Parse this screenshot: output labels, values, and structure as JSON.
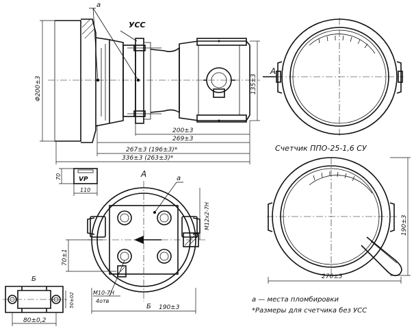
{
  "labels": {
    "seal_mark": "а",
    "ucc": "УСС",
    "view_a_side": "А",
    "view_a_top": "А",
    "meter_name": "Счетчик ППО-25-1,6 СУ",
    "view_b": "Б",
    "view_b_bottom": "Б",
    "plate_text": "VP",
    "legend_seal": "а — места пломбировки",
    "legend_note": "*Размеры для счетчика без УСС"
  },
  "dims": {
    "d200": "Φ200±3",
    "d135": "135±3",
    "d200h": "200±3",
    "d269": "269±3",
    "d267": "267±3 (196±3)*",
    "d336": "336±3 (263±3)*",
    "d70": "70",
    "d110": "110",
    "d70b": "70±1",
    "m12": "M12х2-7Н",
    "m10": "M10-7Н",
    "holes4": "4отв",
    "d190a": "190±3",
    "d190b": "190±3",
    "d270": "270±3",
    "d80": "80±0,2",
    "d50": "50±02"
  }
}
